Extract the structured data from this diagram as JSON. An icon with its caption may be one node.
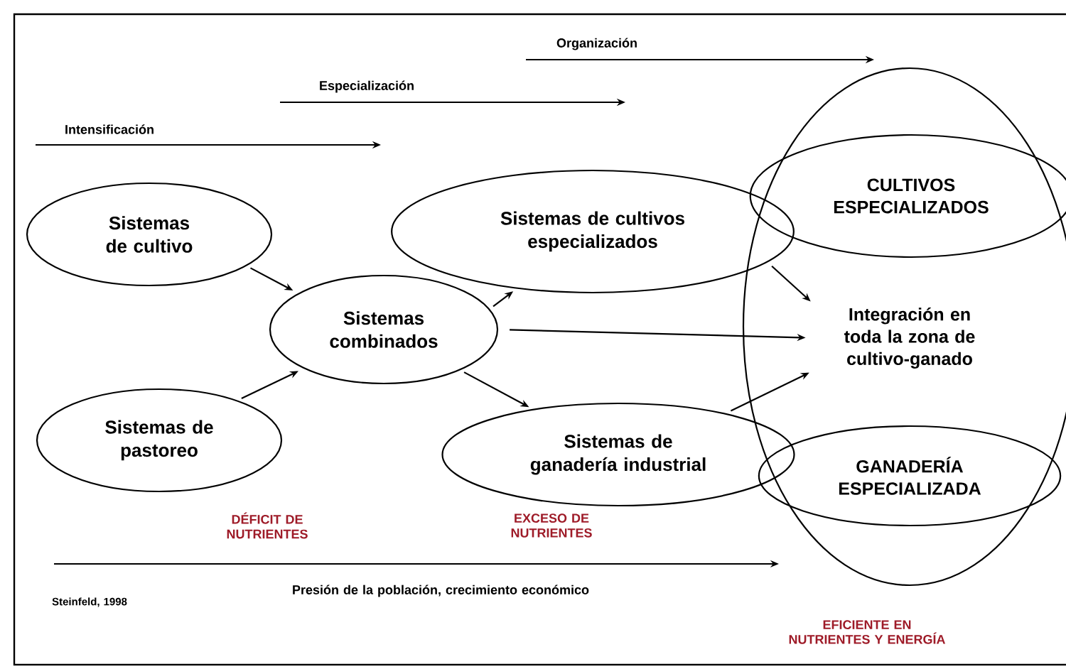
{
  "diagram": {
    "nodes": [
      {
        "text": [
          "Sistemas de cultivo"
        ]
      },
      {
        "text": [
          "Sistemas de pastoreo"
        ]
      },
      {
        "text": [
          "Sistemas combinados"
        ]
      },
      {
        "text": [
          "Sistemas de cultivos especializados"
        ]
      },
      {
        "text": [
          "Sistemas de ganadería industrial"
        ]
      },
      {
        "text": [],
        "shape": "ellipse"
      },
      {
        "text": [
          "CULTIVOS ESPECIALIZADOS"
        ],
        "in": 5
      },
      {
        "text": [
          "Integración en toda la zona de cultivo-ganado"
        ],
        "in": 5
      },
      {
        "text": [
          "GANADERÍA ESPECIALIZADA"
        ],
        "in": 5
      }
    ],
    "edges": [
      {
        "from": 0,
        "to": 2,
        "arrow": "to"
      },
      {
        "from": 1,
        "to": 2,
        "arrow": "to"
      },
      {
        "from": 2,
        "to": 3,
        "arrow": "to"
      },
      {
        "from": 2,
        "to": 4,
        "arrow": "to"
      },
      {
        "from": 2,
        "to": 7,
        "arrow": "to"
      },
      {
        "from": 3,
        "to": 7,
        "arrow": "to"
      },
      {
        "from": 4,
        "to": 7,
        "arrow": "to"
      }
    ],
    "labels": [
      "Organización",
      "Especialización",
      "Intensificación",
      "DÉFICIT DE NUTRIENTES",
      "EXCESO DE NUTRIENTES",
      "Presión de la población, crecimiento económico",
      "Steinfeld, 1998",
      "EFICIENTE EN NUTRIENTES Y ENERGÍA"
    ]
  }
}
